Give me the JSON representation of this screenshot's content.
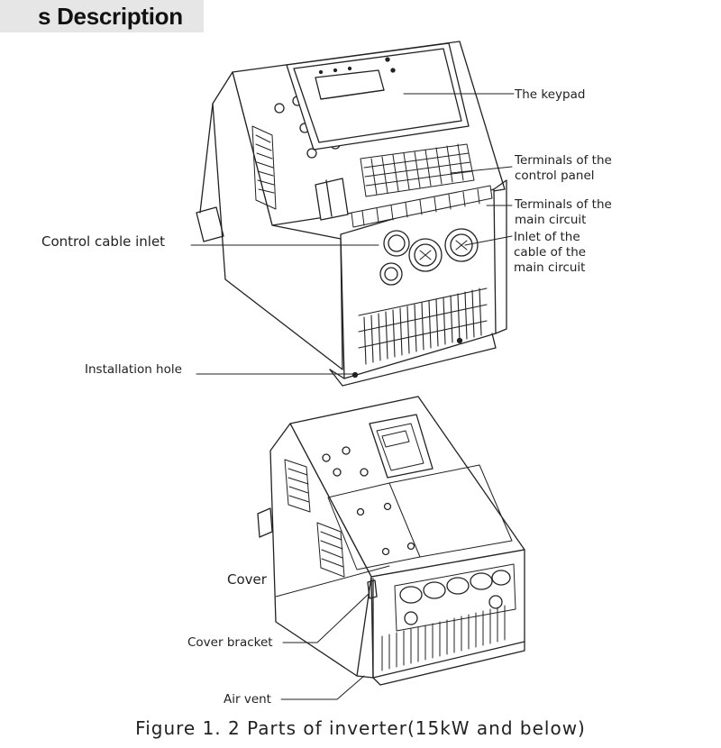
{
  "section_title": "s Description",
  "labels": {
    "keypad": "The keypad",
    "terminals_control_line1": "Terminals of the",
    "terminals_control_line2": "control panel",
    "terminals_main_line1": "Terminals of the",
    "terminals_main_line2": "main circuit",
    "inlet_line1": "Inlet of the",
    "inlet_line2": "cable of the",
    "inlet_line3": "main circuit",
    "control_cable_inlet": "Control cable inlet",
    "installation_hole": "Installation hole",
    "cover": "Cover",
    "cover_bracket": "Cover bracket",
    "air_vent": "Air vent"
  },
  "caption": "Figure 1. 2 Parts of inverter(15kW and below)",
  "colors": {
    "header_band": "#e6e6e6",
    "line": "#222222"
  }
}
